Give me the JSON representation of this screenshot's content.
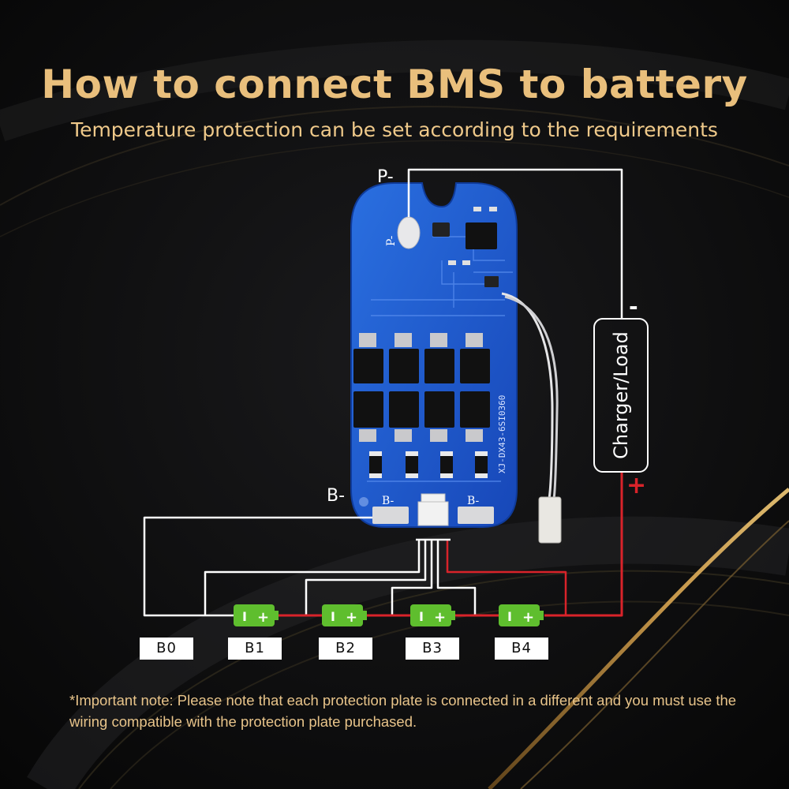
{
  "title": "How to connect BMS to battery",
  "subtitle": "Temperature protection can be set according to the requirements",
  "labels": {
    "p_minus": "P-",
    "b_minus": "B-",
    "charger_load": "Charger/Load",
    "minus": "-",
    "plus": "+"
  },
  "board": {
    "pad_p": "P-",
    "pad_b_left": "B-",
    "pad_b_right": "B-",
    "model_text": "XJ-DX43-6SI0360"
  },
  "cell_terminals": {
    "negative": "I",
    "positive": "+"
  },
  "terminals": [
    "B0",
    "B1",
    "B2",
    "B3",
    "B4"
  ],
  "note": "*Important note: Please note that each protection plate is connected in a different and you must use the wiring compatible with the protection plate purchased.",
  "colors": {
    "title": "#e9bf7c",
    "board": "#1f5bd0",
    "wire_white": "#ffffff",
    "wire_red": "#d9232a",
    "cell_green": "#5fbe2e"
  }
}
